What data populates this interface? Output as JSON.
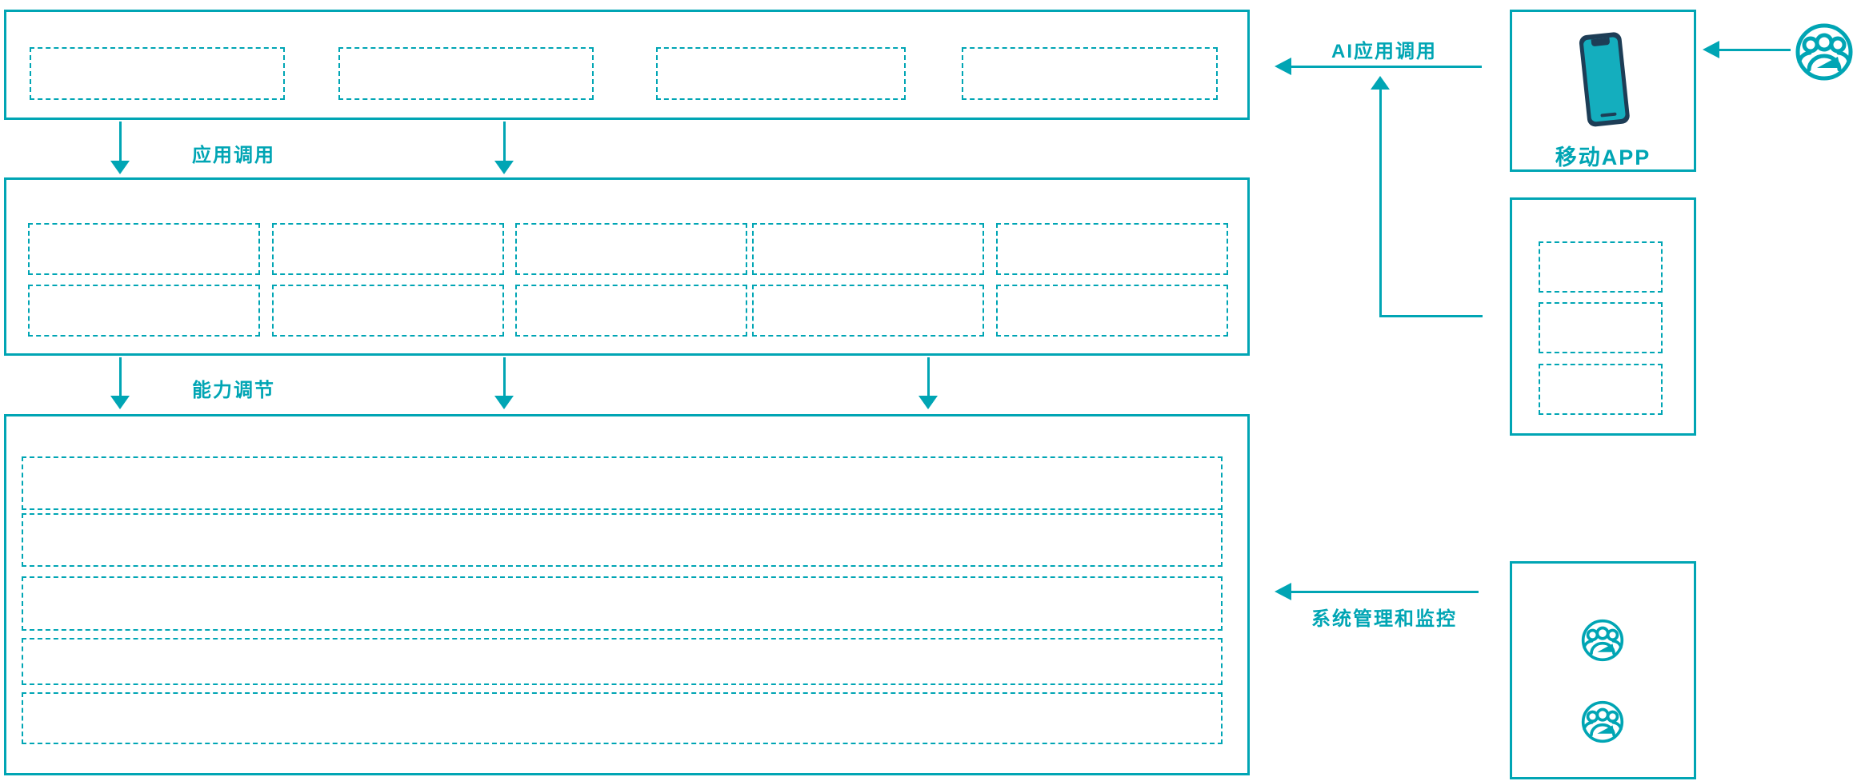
{
  "labels": {
    "app_call": "应用调用",
    "capability_adjust": "能力调节",
    "ai_app_call": "AI应用调用",
    "system_management": "系统管理和监控",
    "mobile_app": "移动APP"
  },
  "colors": {
    "accent_teal": "#00a5b4",
    "phone_body_navy": "#1d3d56",
    "phone_screen_teal": "#14aebe"
  },
  "icons": {
    "users_group": "users-group-icon",
    "mobile_phone": "mobile-phone-icon",
    "arrows": [
      "down-arrowhead-icon",
      "up-arrowhead-icon",
      "left-arrowhead-icon"
    ]
  },
  "structure": {
    "top_band_empty_slots": 4,
    "middle_band_empty_slots": 10,
    "bottom_band_empty_rows": 5,
    "right_stack_empty_slots": 3,
    "admin_box_user_icons": 2
  }
}
